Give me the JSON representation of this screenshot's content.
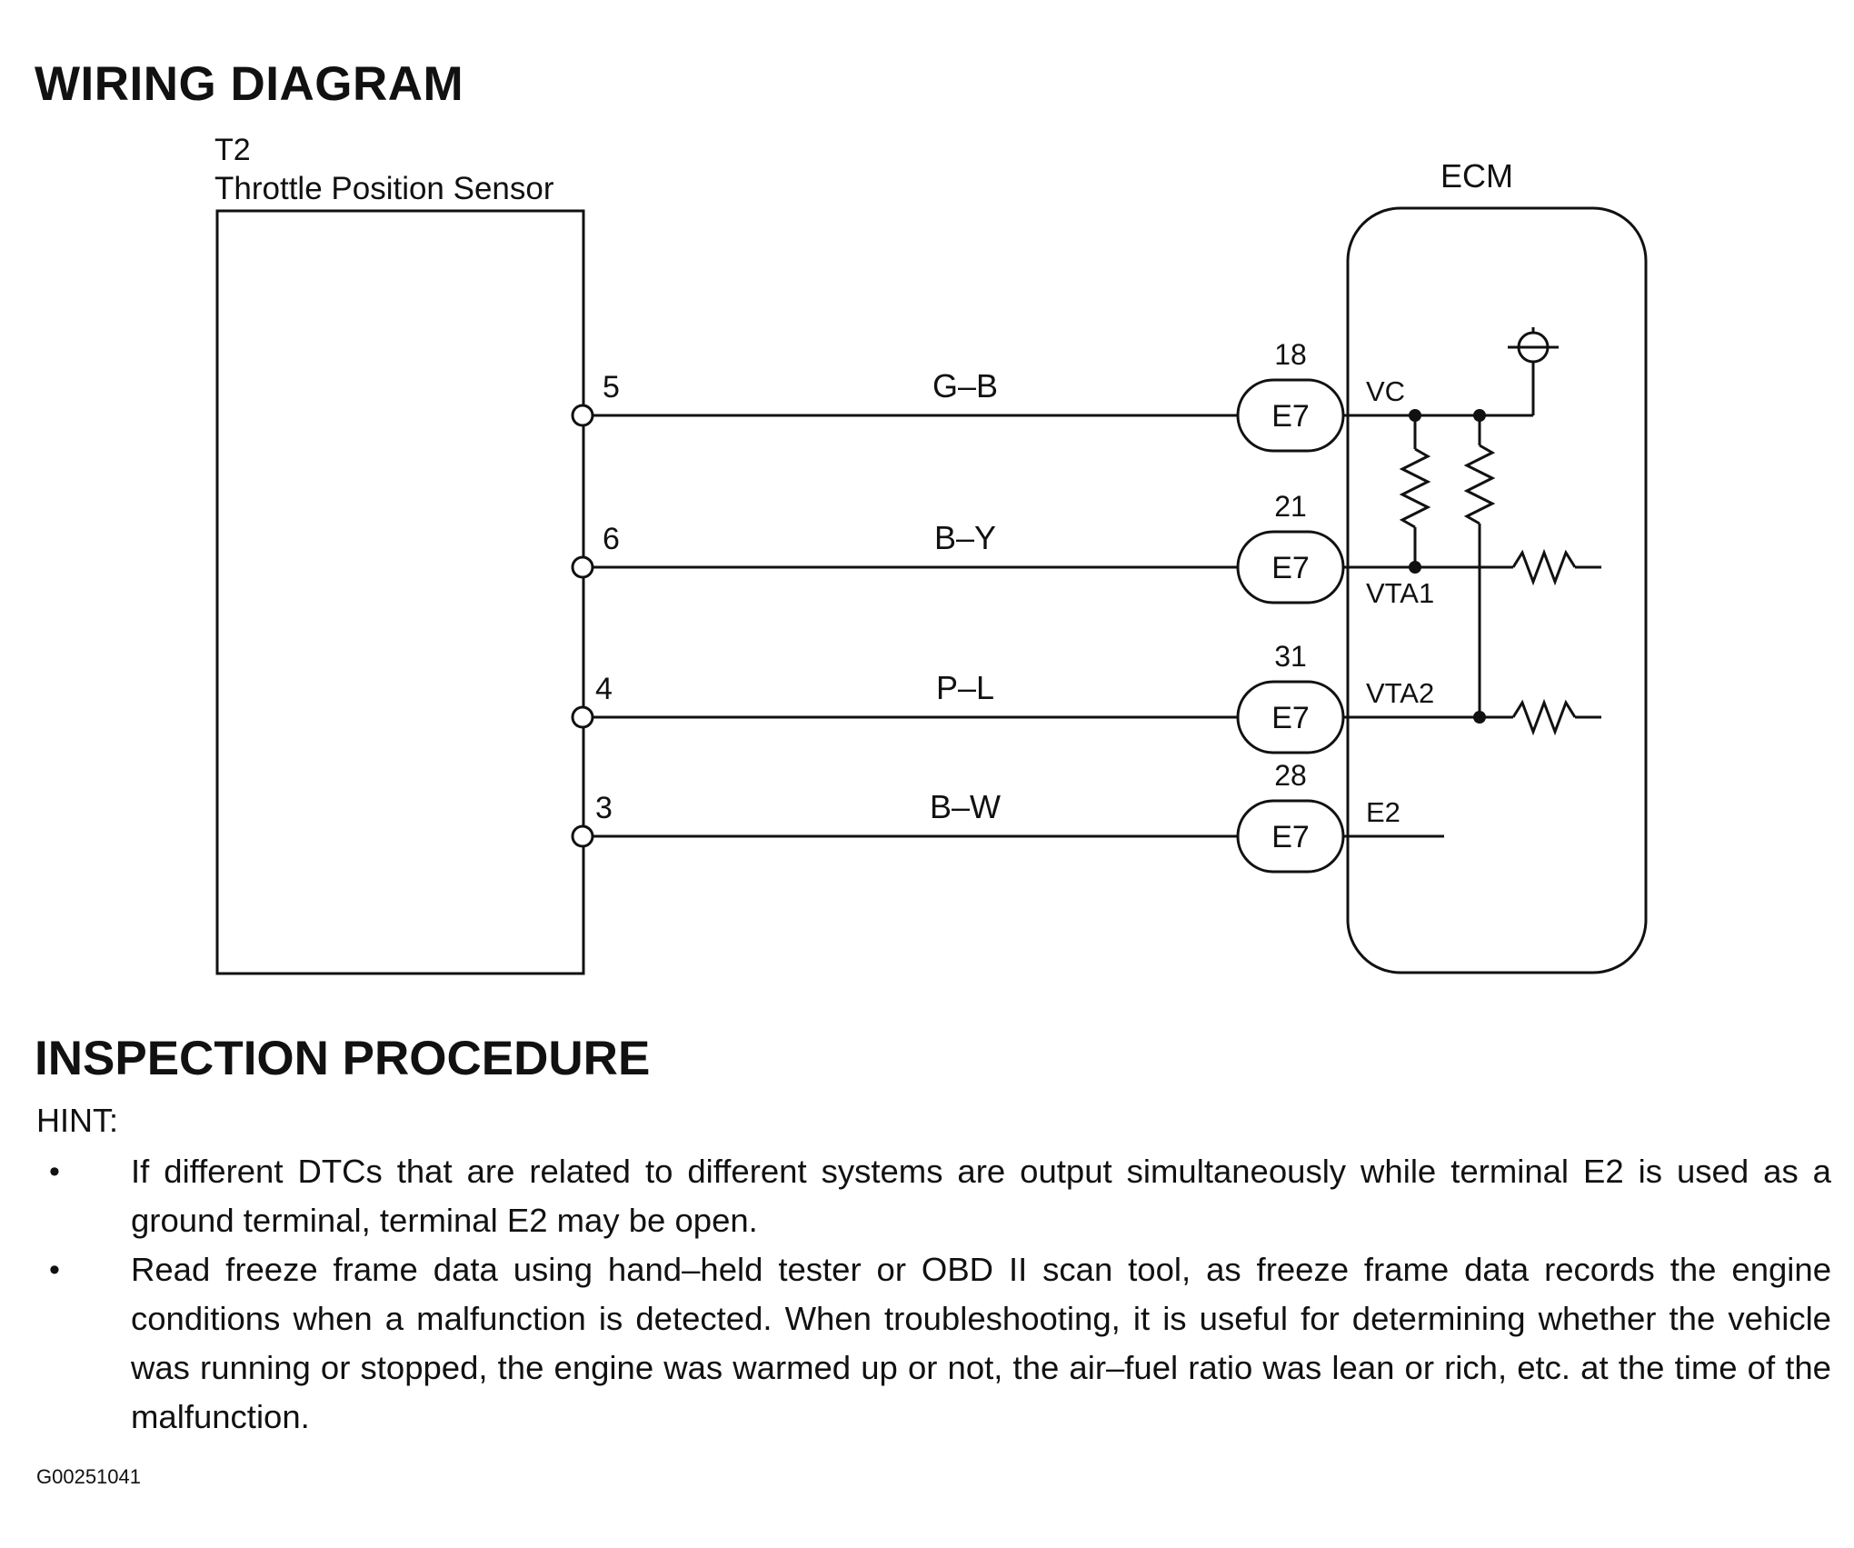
{
  "header": {
    "title": "WIRING DIAGRAM"
  },
  "diagram": {
    "sensor": {
      "code": "T2",
      "name": "Throttle Position Sensor"
    },
    "ecm": {
      "label": "ECM"
    },
    "wires": [
      {
        "sensor_pin": "5",
        "color": "G–B",
        "connector": "E7",
        "ecm_pin": "18",
        "signal": "VC"
      },
      {
        "sensor_pin": "6",
        "color": "B–Y",
        "connector": "E7",
        "ecm_pin": "21",
        "signal": "VTA1"
      },
      {
        "sensor_pin": "4",
        "color": "P–L",
        "connector": "E7",
        "ecm_pin": "31",
        "signal": "VTA2"
      },
      {
        "sensor_pin": "3",
        "color": "B–W",
        "connector": "E7",
        "ecm_pin": "28",
        "signal": "E2"
      }
    ]
  },
  "inspection": {
    "title": "INSPECTION PROCEDURE",
    "hint_label": "HINT:",
    "bullet": "•",
    "items": [
      "If different DTCs that are related to different systems are output simultaneously while terminal E2 is used as a ground terminal, terminal E2 may be open.",
      "Read freeze frame data using hand–held tester or OBD II scan tool, as freeze frame data records the engine conditions when a malfunction is detected. When troubleshooting, it is useful for determining whether the vehicle was running or stopped, the engine was warmed up or not, the air–fuel ratio was lean or rich, etc. at the time of the malfunction."
    ]
  },
  "footer": {
    "code": "G00251041"
  }
}
